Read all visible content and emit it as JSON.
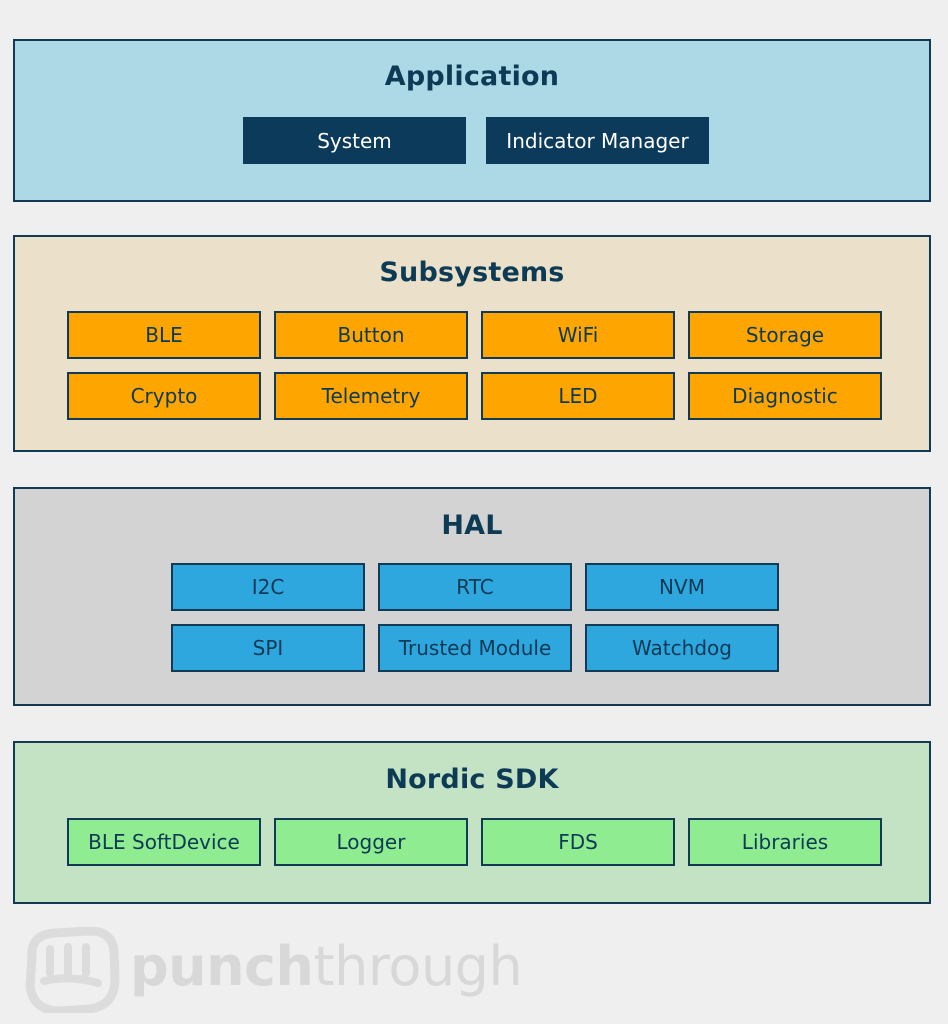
{
  "layers": {
    "application": {
      "title": "Application",
      "modules": [
        "System",
        "Indicator Manager"
      ]
    },
    "subsystems": {
      "title": "Subsystems",
      "modules": [
        "BLE",
        "Button",
        "WiFi",
        "Storage",
        "Crypto",
        "Telemetry",
        "LED",
        "Diagnostic"
      ]
    },
    "hal": {
      "title": "HAL",
      "modules": [
        "I2C",
        "RTC",
        "NVM",
        "SPI",
        "Trusted Module",
        "Watchdog"
      ]
    },
    "nordic_sdk": {
      "title": "Nordic SDK",
      "modules": [
        "BLE SoftDevice",
        "Logger",
        "FDS",
        "Libraries"
      ]
    }
  },
  "logo": {
    "text_bold": "punch",
    "text_light": "through"
  },
  "colors": {
    "background": "#efefef",
    "application_fill": "#add8e6",
    "application_module": "#0b3a5a",
    "subsystems_fill": "#ebe1ca",
    "subsystems_module": "#ffa500",
    "hal_fill": "#d3d3d3",
    "hal_module": "#2ea6de",
    "nordic_sdk_fill": "#c4e3c5",
    "nordic_sdk_module": "#90ec90",
    "border": "#123a55"
  }
}
